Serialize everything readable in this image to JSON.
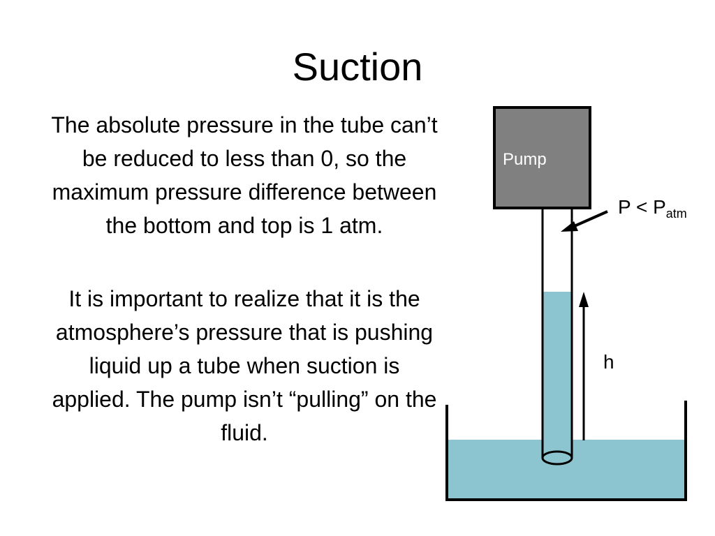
{
  "slide": {
    "title": "Suction",
    "paragraphs": [
      "The absolute pressure in the tube can’t be reduced to less than 0, so the maximum pressure difference between the bottom and top is 1 atm.",
      "It is important to realize that it is the atmosphere’s pressure that is pushing liquid up a tube when suction is applied. The pump isn’t “pulling” on the fluid."
    ]
  },
  "diagram": {
    "pump_label": "Pump",
    "pressure_label": "P < P",
    "pressure_subscript": "atm",
    "height_label": "h",
    "colors": {
      "pump_fill": "#808080",
      "liquid_fill": "#8cc5cf",
      "outline": "#000000"
    }
  }
}
